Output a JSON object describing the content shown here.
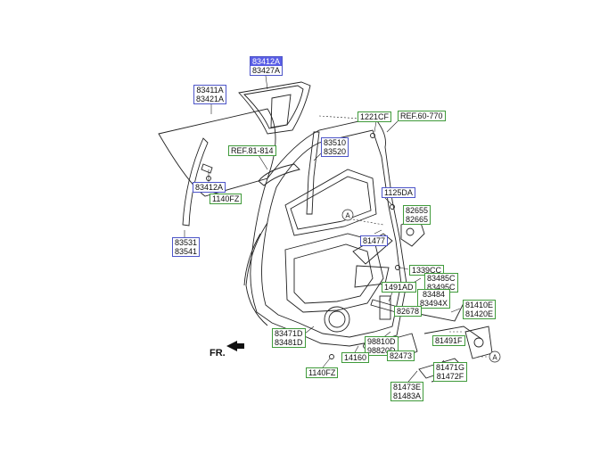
{
  "diagram": {
    "callout_letter": "A",
    "front_marker": "FR.",
    "labels": {
      "l_83412a_83427a": [
        "83412A",
        "83427A"
      ],
      "l_83411a_83421a": [
        "83411A",
        "83421A"
      ],
      "l_83412a": [
        "83412A"
      ],
      "l_1140fz_top": [
        "1140FZ"
      ],
      "l_83531_83541": [
        "83531",
        "83541"
      ],
      "l_ref81": [
        "REF.81-814"
      ],
      "l_83510_83520": [
        "83510",
        "83520"
      ],
      "l_1221cf": [
        "1221CF"
      ],
      "l_ref60": [
        "REF.60-770"
      ],
      "l_1125da": [
        "1125DA"
      ],
      "l_82655_82665": [
        "82655",
        "82665"
      ],
      "l_81477": [
        "81477"
      ],
      "l_1339cc": [
        "1339CC"
      ],
      "l_83485c_83495c": [
        "83485C",
        "83495C"
      ],
      "l_1491ad": [
        "1491AD"
      ],
      "l_83484_83494x": [
        "83484",
        "83494X"
      ],
      "l_82678": [
        "82678"
      ],
      "l_81410e_81420e": [
        "81410E",
        "81420E"
      ],
      "l_83471d_83481d": [
        "83471D",
        "83481D"
      ],
      "l_98810d_98820d": [
        "98810D",
        "98820D"
      ],
      "l_81491f": [
        "81491F"
      ],
      "l_14160": [
        "14160"
      ],
      "l_82473": [
        "82473"
      ],
      "l_1140fz_bottom": [
        "1140FZ"
      ],
      "l_81471g_81472f": [
        "81471G",
        "81472F"
      ],
      "l_81473e_81483a": [
        "81473E",
        "81483A"
      ]
    }
  }
}
